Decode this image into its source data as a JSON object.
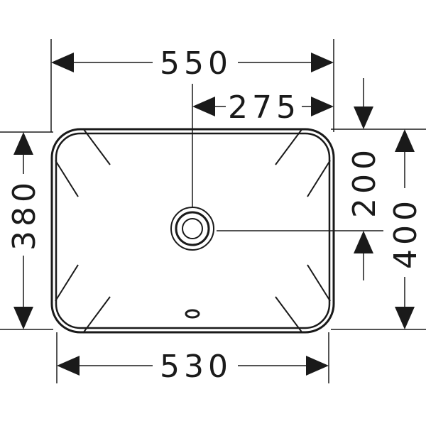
{
  "colors": {
    "line": "#1a1a1a",
    "background": "#ffffff"
  },
  "dimensions": {
    "overall_width": "550",
    "center_to_edge": "275",
    "bottom_width": "530",
    "left_depth": "380",
    "overall_depth": "400",
    "drain_offset": "200"
  }
}
